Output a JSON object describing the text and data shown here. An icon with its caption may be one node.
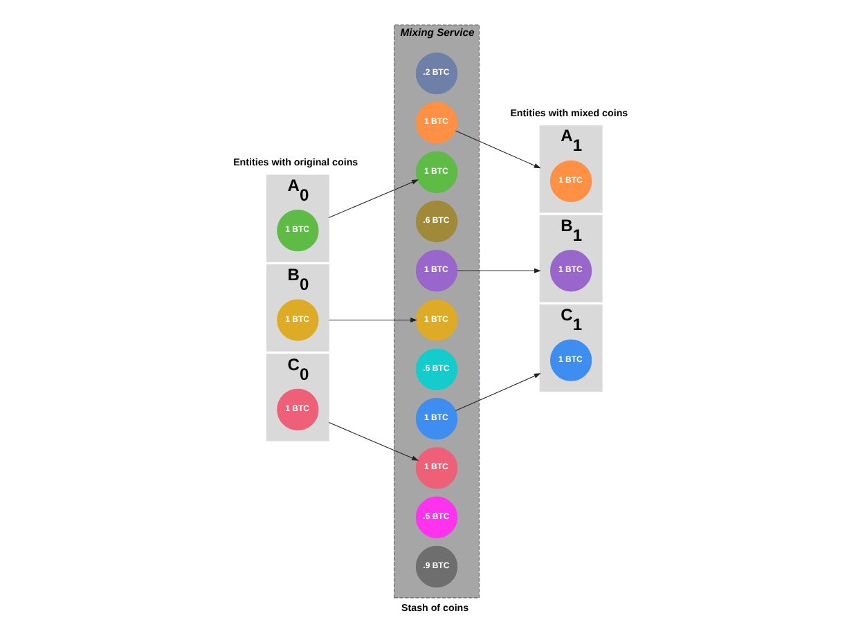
{
  "diagram": {
    "nodes": [
      {
        "text": [
          "A$_{0}$"
        ]
      },
      {
        "text": [
          "1 BTC"
        ],
        "in": 0
      },
      {
        "text": [
          "B$_{0}$"
        ]
      },
      {
        "text": [
          "1 BTC"
        ],
        "in": 2
      },
      {
        "text": [
          "C$_{0}$"
        ]
      },
      {
        "text": [
          "1 BTC"
        ],
        "in": 4
      },
      {
        "text": [
          "Mixing Service"
        ],
        "beside": [
          "Stash of coins"
        ]
      },
      {
        "text": [
          ".2 BTC"
        ],
        "in": 6
      },
      {
        "text": [
          "1 BTC"
        ],
        "in": 6
      },
      {
        "text": [
          "1 BTC"
        ],
        "in": 6
      },
      {
        "text": [
          ".6 BTC"
        ],
        "in": 6
      },
      {
        "text": [
          "1 BTC"
        ],
        "in": 6
      },
      {
        "text": [
          "1 BTC"
        ],
        "in": 6
      },
      {
        "text": [
          ".5 BTC"
        ],
        "in": 6
      },
      {
        "text": [
          "1 BTC"
        ],
        "in": 6
      },
      {
        "text": [
          "1 BTC"
        ],
        "in": 6
      },
      {
        "text": [
          ".5 BTC"
        ],
        "in": 6
      },
      {
        "text": [
          ".9 BTC"
        ],
        "in": 6
      },
      {
        "text": [
          "A$_{1}$"
        ]
      },
      {
        "text": [
          "1 BTC"
        ],
        "in": 18
      },
      {
        "text": [
          "B$_{1}$"
        ]
      },
      {
        "text": [
          "1 BTC"
        ],
        "in": 20
      },
      {
        "text": [
          "C$_{1}$"
        ]
      },
      {
        "text": [
          "1 BTC"
        ],
        "in": 22
      }
    ],
    "edges": [
      {
        "from": 0,
        "to": 12,
        "arrow": "to"
      },
      {
        "from": 2,
        "to": 9,
        "arrow": "to"
      },
      {
        "from": 4,
        "to": 15,
        "arrow": "to"
      },
      {
        "from": 11,
        "to": 18,
        "arrow": "to"
      },
      {
        "from": 8,
        "to": 20,
        "arrow": "to"
      },
      {
        "from": 14,
        "to": 22,
        "arrow": "to"
      }
    ],
    "labels": [
      "Entities with original coins",
      "Entities with mixed coins"
    ]
  }
}
